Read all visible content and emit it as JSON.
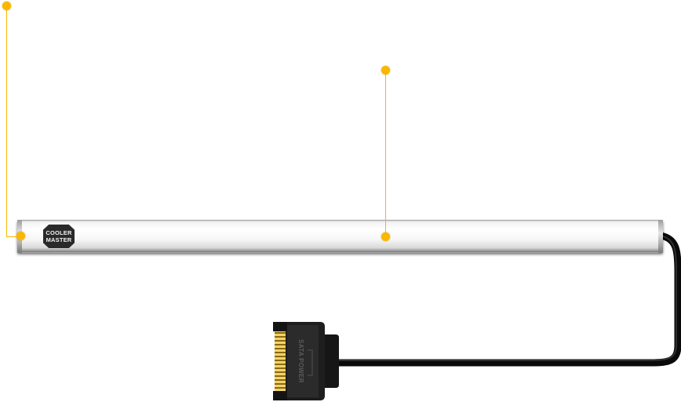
{
  "product": {
    "logo": {
      "line1": "COOLER",
      "line2": "MASTER"
    },
    "connector_label": "SATA POWER"
  },
  "colors": {
    "accent": "#f9b700",
    "strip": "#f4f4f4",
    "cable": "#111111"
  },
  "hotspots": [
    {
      "name": "hotspot-left-end"
    },
    {
      "name": "hotspot-strip-center"
    }
  ]
}
